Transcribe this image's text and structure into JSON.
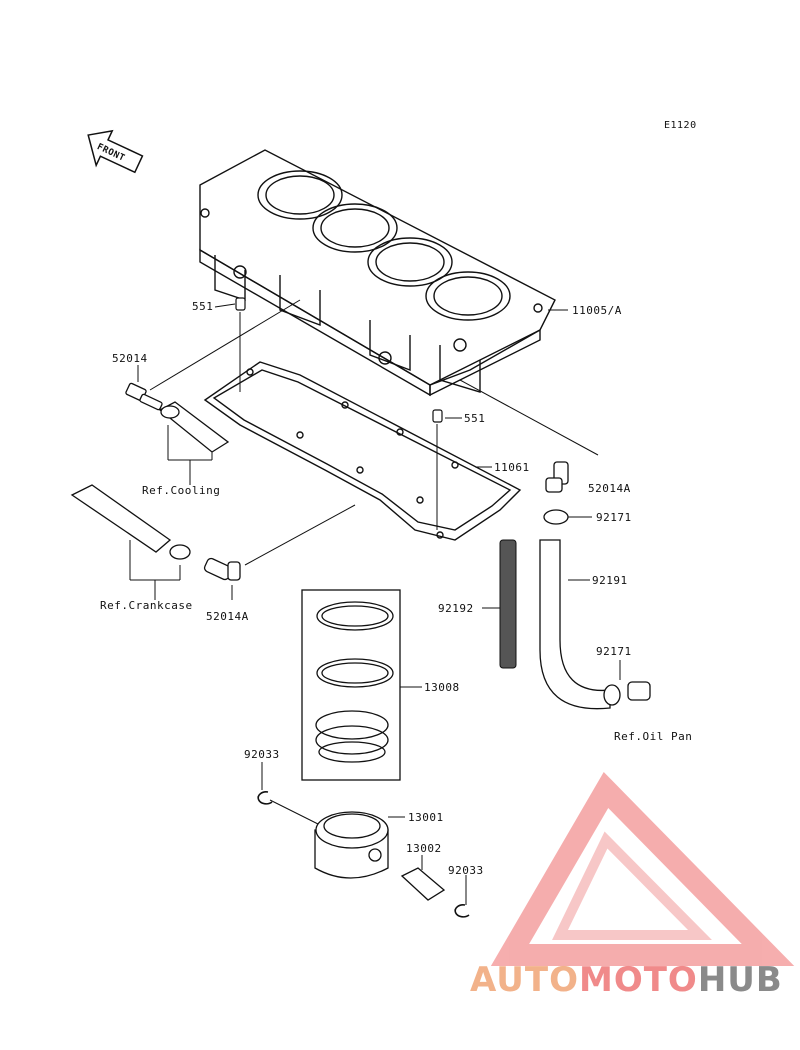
{
  "diagram": {
    "code": "E1120",
    "front_label": "FRONT",
    "labels": {
      "p551_top": "551",
      "p11005": "11005/A",
      "p52014": "52014",
      "p551_mid": "551",
      "p11061": "11061",
      "ref_cooling": "Ref.Cooling",
      "p52014a_right": "52014A",
      "p92171_top": "92171",
      "p92191": "92191",
      "ref_crankcase": "Ref.Crankcase",
      "p52014a_left": "52014A",
      "p92192": "92192",
      "p13008": "13008",
      "p92171_bottom": "92171",
      "ref_oilpan": "Ref.Oil Pan",
      "p92033_left": "92033",
      "p13001": "13001",
      "p13002": "13002",
      "p92033_right": "92033"
    }
  },
  "watermark": {
    "part1": "AUTO",
    "part2": "MOTO",
    "part3": "HUB",
    "colors": {
      "light": "#f2b28a",
      "pink": "#f08a8a",
      "gray": "#8a8a8a"
    }
  }
}
